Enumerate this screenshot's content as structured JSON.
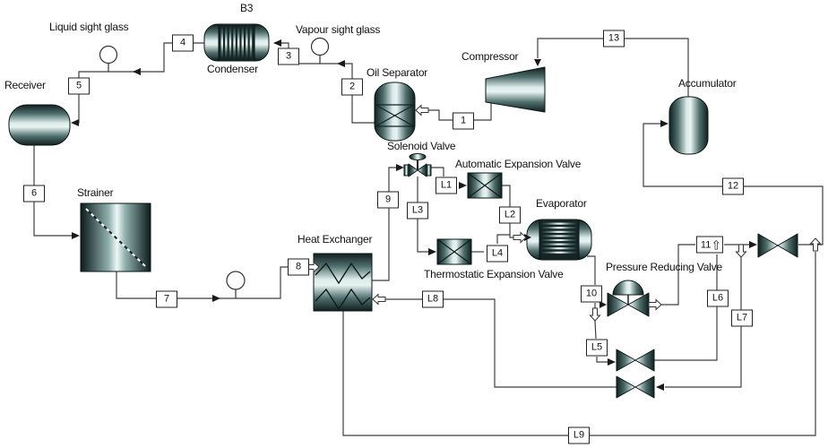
{
  "equipment": {
    "receiver": "Receiver",
    "liquid_sight_glass": "Liquid sight glass",
    "condenser_tag": "B3",
    "condenser": "Condenser",
    "vapour_sight_glass": "Vapour sight glass",
    "oil_separator": "Oil Separator",
    "compressor": "Compressor",
    "accumulator": "Accumulator",
    "strainer": "Strainer",
    "heat_exchanger": "Heat Exchanger",
    "solenoid_valve": "Solenoid Valve",
    "automatic_expansion_valve": "Automatic Expansion Valve",
    "evaporator": "Evaporator",
    "thermostatic_expansion_valve": "Thermostatic Expansion Valve",
    "pressure_reducing_valve": "Pressure Reducing Valve"
  },
  "streams": {
    "s1": "1",
    "s2": "2",
    "s3": "3",
    "s4": "4",
    "s5": "5",
    "s6": "6",
    "s7": "7",
    "s8": "8",
    "s9": "9",
    "s10": "10",
    "s11": "11",
    "s12": "12",
    "s13": "13",
    "l1": "L1",
    "l2": "L2",
    "l3": "L3",
    "l4": "L4",
    "l5": "L5",
    "l6": "L6",
    "l7": "L7",
    "l8": "L8",
    "l9": "L9"
  },
  "icons": {
    "flow_up_arrow": "⇧"
  },
  "colors": {
    "background": "#ffffff",
    "line": "#3f3f3f",
    "vessel_dark": "#101f1f",
    "vessel_mid": "#4f6e6c",
    "vessel_light": "#e6f3f1",
    "box_border": "#222222",
    "text": "#111111"
  }
}
